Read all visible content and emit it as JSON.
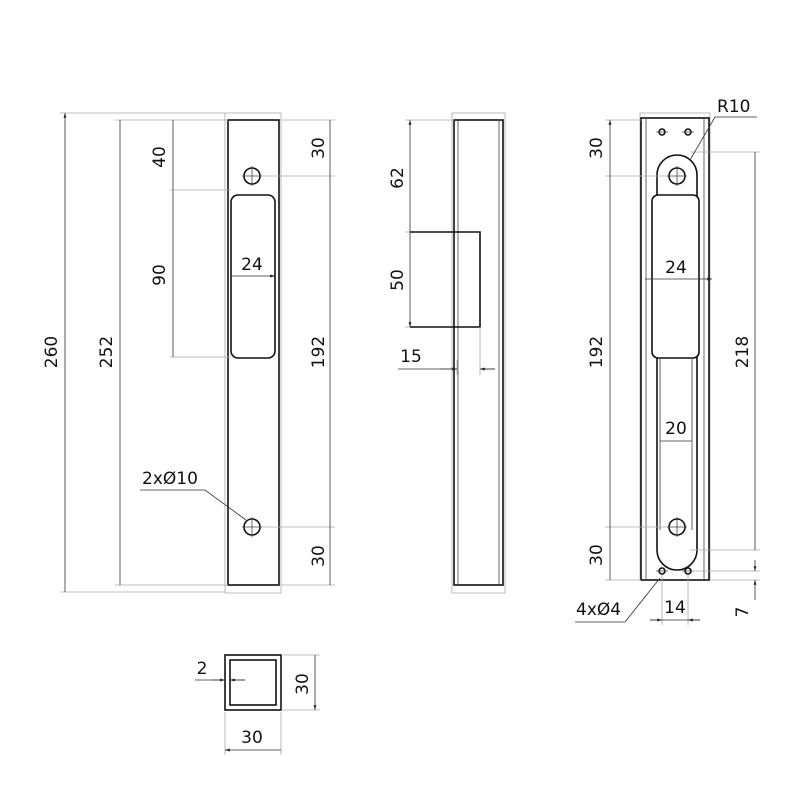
{
  "front_view": {
    "overall_length": "260",
    "body_length": "252",
    "slot_offset": "40",
    "slot_length": "90",
    "slot_width": "24",
    "top_hole_offset": "30",
    "hole_spacing": "192",
    "bottom_hole_offset": "30",
    "holes_note": "2xØ10"
  },
  "side_view": {
    "tongue_offset": "62",
    "tongue_length": "50",
    "tongue_depth": "15"
  },
  "rear_view": {
    "radius": "R10",
    "top_hole_offset": "30",
    "hole_spacing": "192",
    "bottom_hole_offset": "30",
    "slot_length": "218",
    "plate_width": "24",
    "slot_width": "20",
    "screw_holes_note": "4xØ4",
    "screw_spacing": "14",
    "screw_offset": "7"
  },
  "section_view": {
    "wall_thickness": "2",
    "width": "30",
    "height": "30"
  }
}
